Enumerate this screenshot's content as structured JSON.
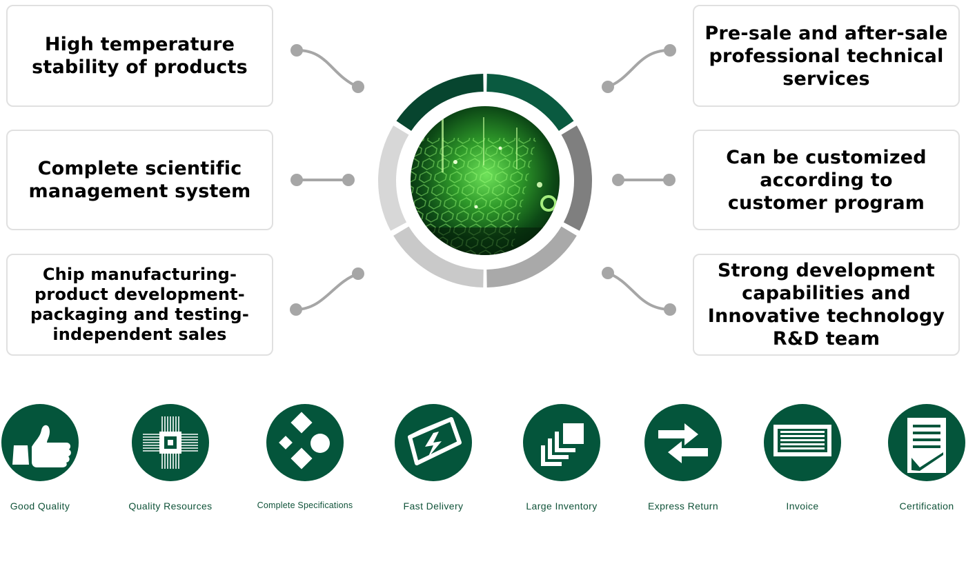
{
  "features": {
    "left": [
      {
        "text": "High temperature\nstability of products"
      },
      {
        "text": "Complete scientific\nmanagement system"
      },
      {
        "text": "Chip manufacturing-\nproduct development-\npackaging and testing-\nindependent sales"
      }
    ],
    "right": [
      {
        "text": "Pre-sale and after-sale\nprofessional technical\nservices"
      },
      {
        "text": "Can be customized\naccording to\ncustomer program"
      },
      {
        "text": "Strong development\ncapabilities and\nInnovative technology\nR&D team"
      }
    ]
  },
  "services": [
    {
      "label": "Good Quality",
      "icon": "thumbs-up-icon"
    },
    {
      "label": "Quality  Resources",
      "icon": "chip-icon"
    },
    {
      "label": "Complete Specifications",
      "icon": "shapes-icon"
    },
    {
      "label": "Fast Delivery",
      "icon": "package-lightning-icon"
    },
    {
      "label": "Large Inventory",
      "icon": "stacked-boxes-icon"
    },
    {
      "label": "Express Return",
      "icon": "exchange-arrows-icon"
    },
    {
      "label": "Invoice",
      "icon": "invoice-icon"
    },
    {
      "label": "Certification",
      "icon": "certificate-icon"
    }
  ],
  "colors": {
    "brand_green": "#04553b",
    "ring_dark": "#0a5a40",
    "ring_mid": "#7f7f7f",
    "ring_light": "#c9c9c9",
    "connector": "#a6a6a6"
  }
}
